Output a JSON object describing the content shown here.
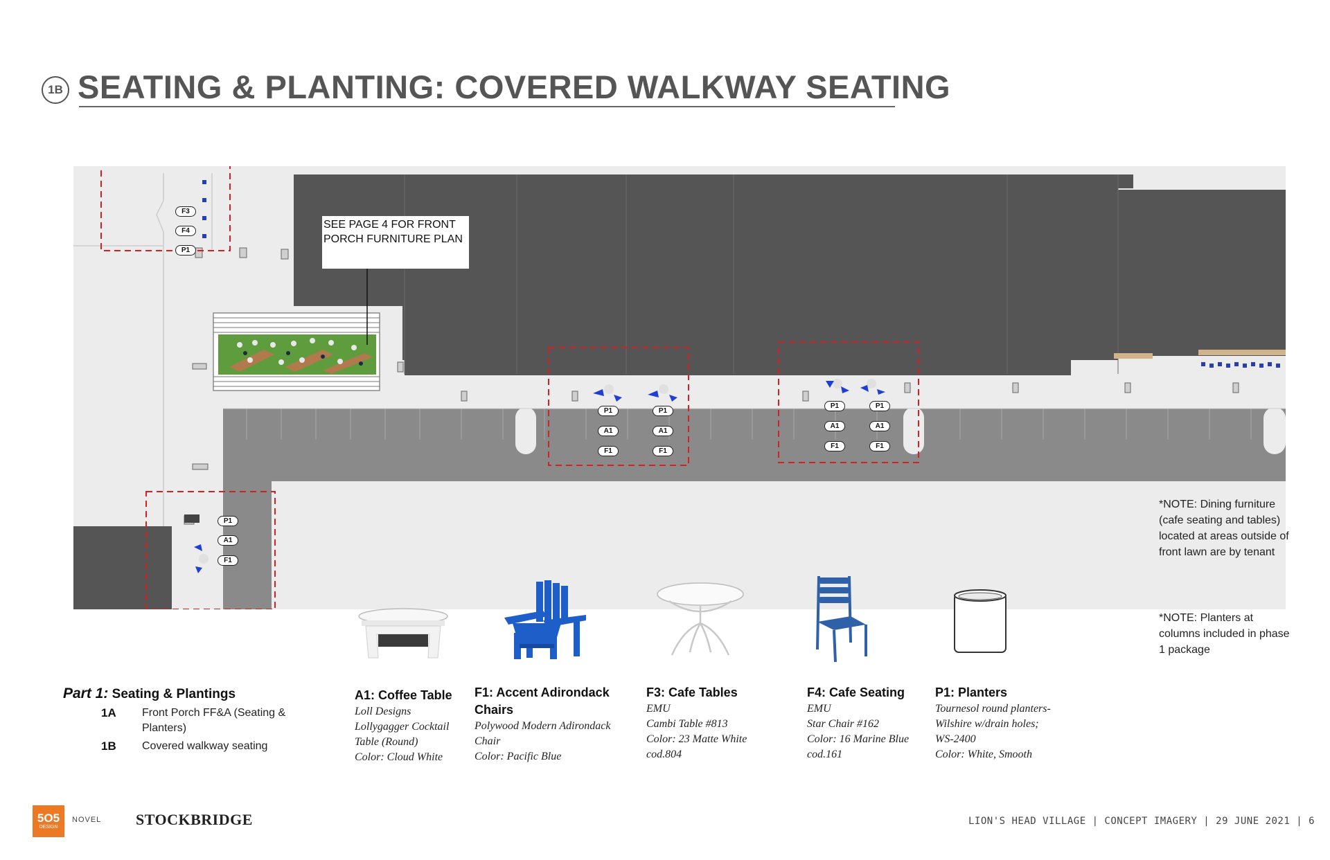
{
  "title": {
    "badge": "1B",
    "text": "SEATING & PLANTING: COVERED WALKWAY SEATING"
  },
  "plan": {
    "callout": "SEE PAGE 4 FOR FRONT PORCH FURNITURE PLAN",
    "tags": {
      "north": [
        "F3",
        "F4",
        "P1"
      ],
      "sw": [
        "P1",
        "A1",
        "F1"
      ],
      "g1a": [
        "P1",
        "A1",
        "F1"
      ],
      "g1b": [
        "P1",
        "A1",
        "F1"
      ],
      "g2a": [
        "P1",
        "A1",
        "F1"
      ],
      "g2b": [
        "P1",
        "A1",
        "F1"
      ]
    },
    "colors": {
      "roof": "#545454",
      "road": "#888888",
      "walk": "#ececec",
      "lawn": "#5e9c3e",
      "chair": "#1f3fd4",
      "dash": "#d42020"
    }
  },
  "notes": [
    "*NOTE: Dining furniture (cafe seating and tables) located at areas outside of front lawn are by tenant",
    "*NOTE: Planters at columns included in phase 1 package"
  ],
  "part1": {
    "label": "Part 1:",
    "title": "Seating & Plantings",
    "items": [
      {
        "code": "1A",
        "text": "Front Porch FF&A (Seating & Planters)"
      },
      {
        "code": "1B",
        "text": "Covered walkway seating"
      }
    ]
  },
  "products": [
    {
      "heading": "A1: Coffee Table",
      "lines": [
        "Loll Designs",
        "Lollygagger Cocktail",
        "Table (Round)",
        "Color: Cloud White"
      ],
      "icon": "coffee-table-icon"
    },
    {
      "heading": "F1: Accent Adirondack Chairs",
      "lines": [
        "Polywood Modern Adirondack",
        "Chair",
        "Color: Pacific Blue"
      ],
      "icon": "adirondack-chair-icon"
    },
    {
      "heading": "F3: Cafe Tables",
      "lines": [
        "EMU",
        "Cambi Table #813",
        "Color: 23 Matte White",
        "cod.804"
      ],
      "icon": "cafe-table-icon"
    },
    {
      "heading": "F4: Cafe Seating",
      "lines": [
        "EMU",
        "Star Chair #162",
        "Color: 16 Marine Blue",
        "cod.161"
      ],
      "icon": "cafe-chair-icon"
    },
    {
      "heading": "P1: Planters",
      "lines": [
        "Tournesol round planters-",
        "Wilshire w/drain holes;",
        "WS-2400",
        "Color: White, Smooth"
      ],
      "icon": "planter-icon"
    }
  ],
  "footer": {
    "logo_505": "5O5",
    "logo_505_sub": "DESIGN",
    "novel": "NOVEL",
    "stockbridge": "STOCKBRIDGE",
    "text": "LION'S HEAD VILLAGE | CONCEPT IMAGERY | 29 JUNE 2021 |   6"
  }
}
